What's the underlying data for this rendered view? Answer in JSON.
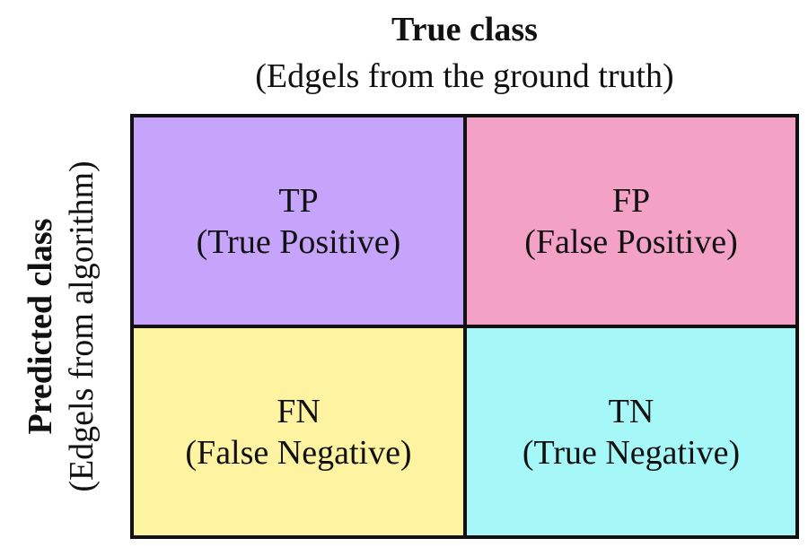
{
  "header": {
    "title": "True class",
    "subtitle": "(Edgels from the ground truth)"
  },
  "side": {
    "title": "Predicted class",
    "subtitle": "(Edgels from algorithm)"
  },
  "cells": {
    "tp": {
      "abbr": "TP",
      "label": "(True Positive)",
      "color": "#c6a4fb"
    },
    "fp": {
      "abbr": "FP",
      "label": "(False Positive)",
      "color": "#f3a2c6"
    },
    "fn": {
      "abbr": "FN",
      "label": "(False Negative)",
      "color": "#fdf3a0"
    },
    "tn": {
      "abbr": "TN",
      "label": "(True Negative)",
      "color": "#a6f8f8"
    }
  },
  "colors": {
    "border": "#111111",
    "text": "#111111",
    "background": "#ffffff"
  }
}
